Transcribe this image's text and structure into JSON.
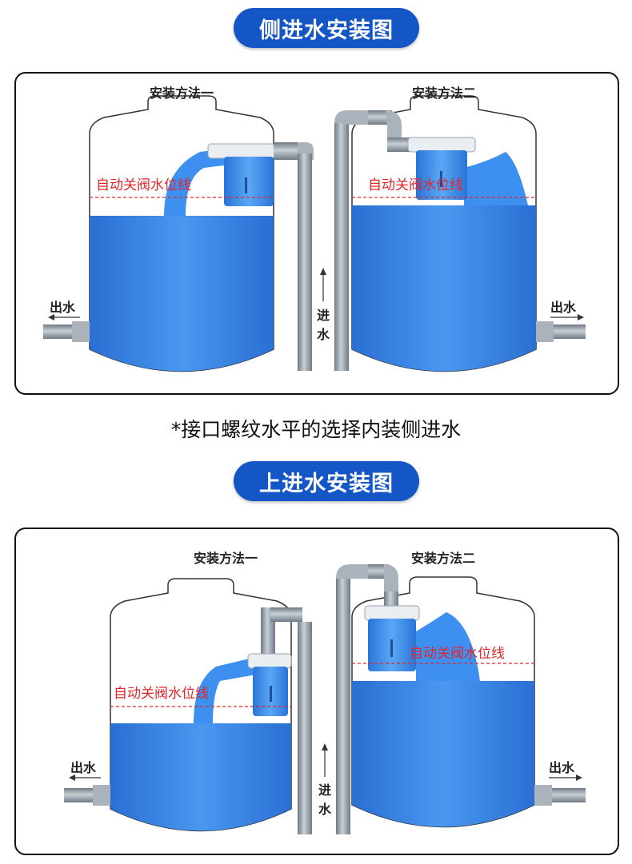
{
  "side": {
    "title": "侧进水安装图",
    "method1": "安装方法一",
    "method2": "安装方法二",
    "level_label": "自动关阀水位线",
    "outlet": "出水",
    "inlet_chars": [
      "进",
      "水"
    ]
  },
  "note": "*接口螺纹水平的选择内装侧进水",
  "top": {
    "title": "上进水安装图",
    "method1": "安装方法一",
    "method2": "安装方法二",
    "level_label": "自动关阀水位线",
    "outlet": "出水",
    "inlet_chars": [
      "进",
      "水"
    ]
  },
  "colors": {
    "pill": "#1556c6",
    "water": "#2f7fe6",
    "level_line": "#e0262a",
    "valve": "#3d8ff0",
    "pipe": "#8a95a0"
  }
}
